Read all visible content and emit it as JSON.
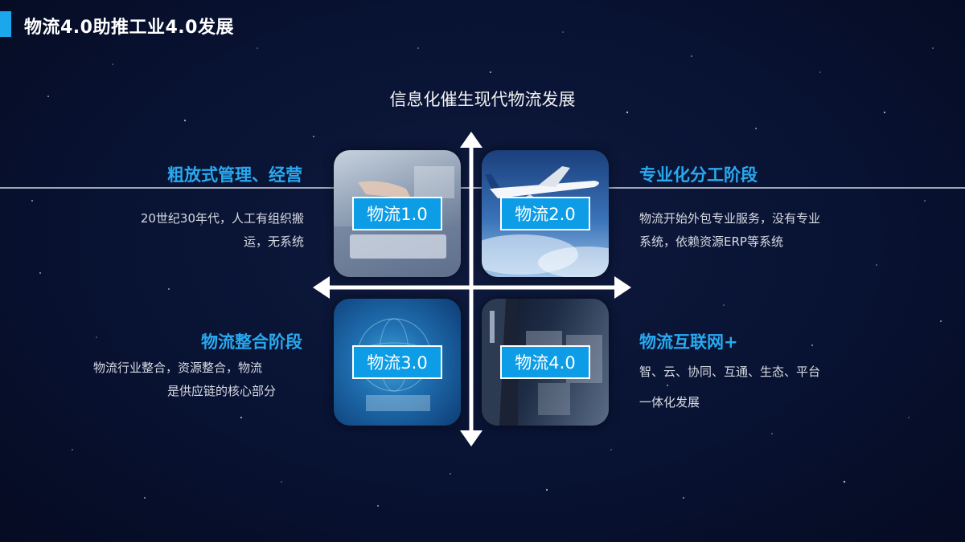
{
  "slide": {
    "title": "物流4.0助推工业4.0发展",
    "top_caption": "信息化催生现代物流发展"
  },
  "quadrants": [
    {
      "tile_label": "物流1.0",
      "heading": "粗放式管理、经营",
      "desc_line1": "20世纪30年代，人工有组织搬",
      "desc_line2": "运，无系统"
    },
    {
      "tile_label": "物流2.0",
      "heading": "专业化分工阶段",
      "desc_line1": "物流开始外包专业服务，没有专业",
      "desc_line2": "系统，依赖资源ERP等系统"
    },
    {
      "tile_label": "物流3.0",
      "heading": "物流整合阶段",
      "desc_line1": "物流行业整合，资源整合，物流",
      "desc_line2": "是供应链的核心部分"
    },
    {
      "tile_label": "物流4.0",
      "heading": "物流互联网+",
      "desc_line1": "智、云、协同、互通、生态、平台",
      "desc_line2": "一体化发展"
    }
  ],
  "colors": {
    "accent": "#1aa7ec",
    "heading": "#28a9f0",
    "background": "#081232"
  }
}
